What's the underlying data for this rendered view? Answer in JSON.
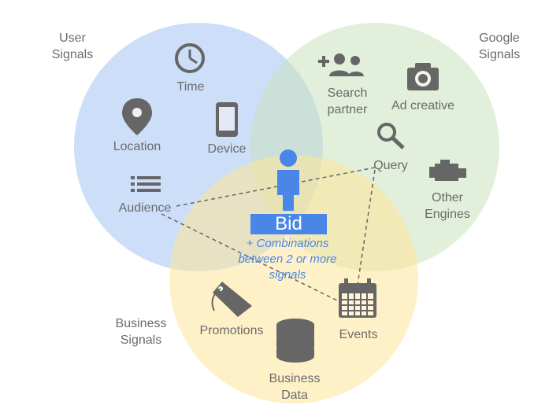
{
  "groups": {
    "user": "User\nSignals",
    "google": "Google\nSignals",
    "business": "Business\nSignals"
  },
  "nodes": {
    "time": "Time",
    "location": "Location",
    "device": "Device",
    "audience": "Audience",
    "search_partner": "Search\npartner",
    "ad_creative": "Ad creative",
    "query": "Query",
    "other_engines": "Other\nEngines",
    "promotions": "Promotions",
    "business_data": "Business\nData",
    "events": "Events"
  },
  "center": {
    "bid": "Bid",
    "combinations": "+ Combinations between 2 or more signals"
  },
  "colors": {
    "user_circle": "#a4c2f4",
    "google_circle": "#c9e2bd",
    "business_circle": "#ffe599",
    "icon": "#666666",
    "accent": "#4a86e8"
  }
}
